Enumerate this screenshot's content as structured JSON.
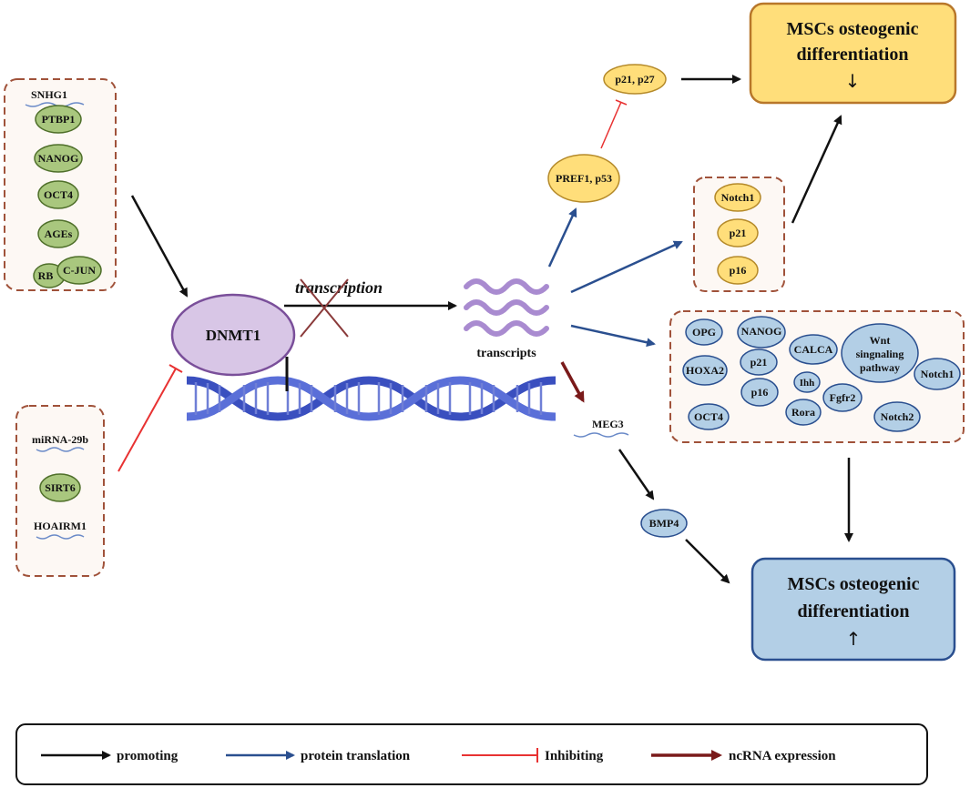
{
  "left_group_1": {
    "ncrna_label": "SNHG1",
    "nodes": [
      "PTBP1",
      "NANOG",
      "OCT4",
      "AGEs",
      "RB",
      "C-JUN"
    ]
  },
  "left_group_2": {
    "ncrna_top": "miRNA-29b",
    "node": "SIRT6",
    "ncrna_bottom": "HOAIRM1"
  },
  "center": {
    "dnmt1": "DNMT1",
    "transcription": "transcription",
    "transcripts": "transcripts",
    "meg3": "MEG3",
    "bmp4": "BMP4"
  },
  "top_branch": {
    "pref1": "PREF1, p53",
    "p21p27": "p21, p27",
    "group_nodes": [
      "Notch1",
      "p21",
      "p16"
    ]
  },
  "outcome_down": {
    "line1": "MSCs osteogenic",
    "line2": "differentiation",
    "arrow": "↓"
  },
  "outcome_up": {
    "line1": "MSCs osteogenic",
    "line2": "differentiation",
    "arrow": "↑"
  },
  "blue_group": {
    "nodes": [
      "OPG",
      "NANOG",
      "Wnt",
      "singnaling",
      "pathway",
      "HOXA2",
      "p21",
      "CALCA",
      "Ihh",
      "Notch1",
      "p16",
      "Fgfr2",
      "Rora",
      "OCT4",
      "Notch2"
    ]
  },
  "legend": {
    "items": [
      {
        "label": "promoting",
        "color": "#111111"
      },
      {
        "label": "protein translation",
        "color": "#2a4f8f"
      },
      {
        "label": "Inhibiting",
        "color": "#e83232"
      },
      {
        "label": "ncRNA expression",
        "color": "#7a1a1a"
      }
    ]
  },
  "colors": {
    "green_node": "#a9c77e",
    "yellow_node": "#ffde7a",
    "blue_node": "#b3cfe6",
    "purple": "#d8c6e6",
    "dna_blue": "#3a4fbf"
  }
}
